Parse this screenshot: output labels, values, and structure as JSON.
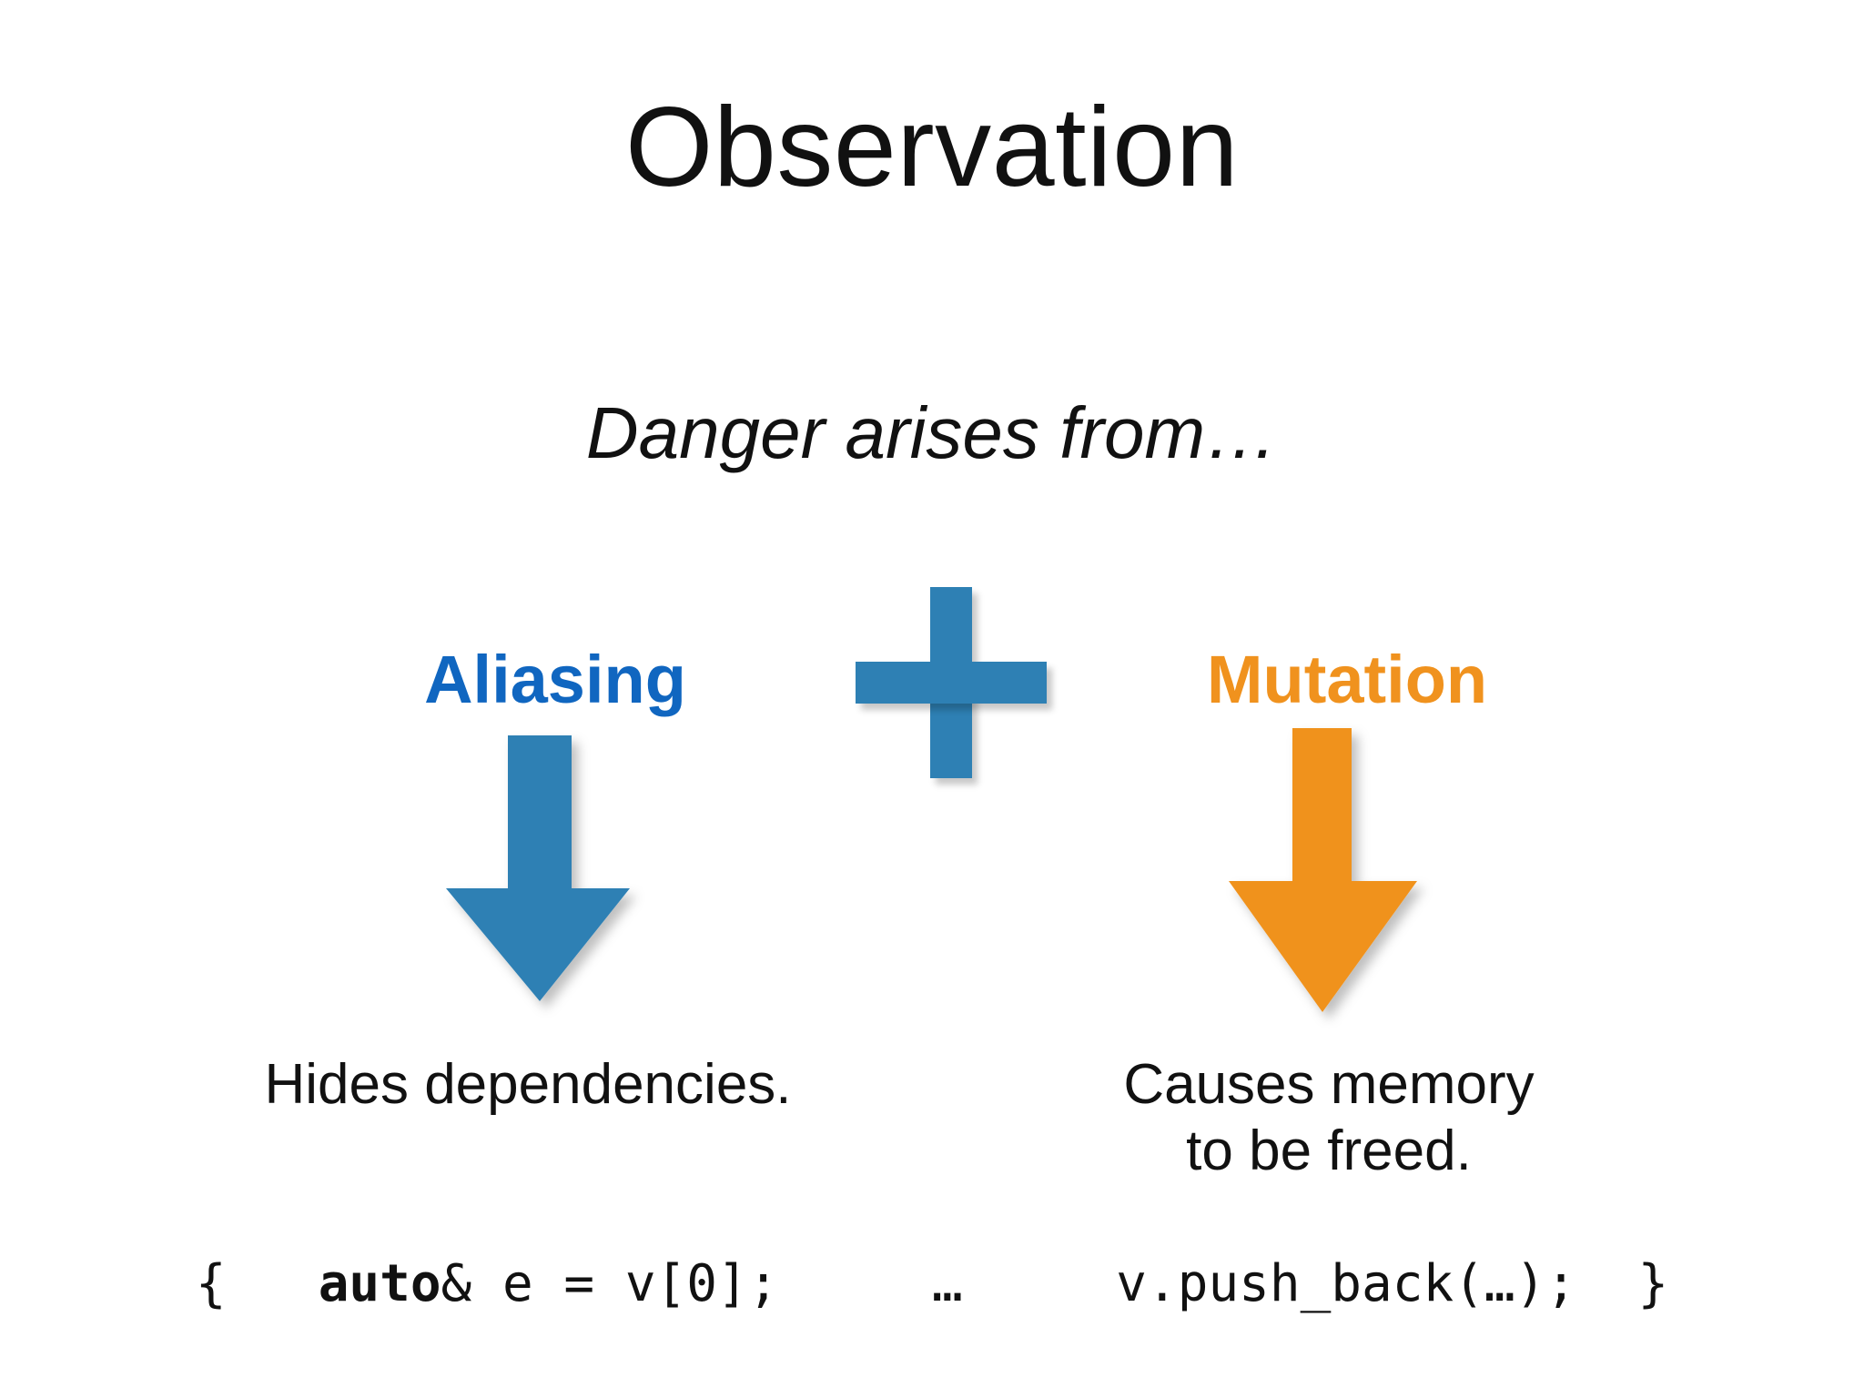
{
  "slide": {
    "title": "Observation",
    "subtitle": "Danger arises from…",
    "background_color": "#ffffff",
    "text_color": "#111111"
  },
  "concepts": {
    "left": {
      "label": "Aliasing",
      "color": "#1066c0",
      "arrow_color": "#2e80b4",
      "caption_lines": [
        "Hides dependencies."
      ]
    },
    "operator": {
      "symbol": "+",
      "icon": "plus-icon",
      "color": "#2e80b4"
    },
    "right": {
      "label": "Mutation",
      "color": "#f0921e",
      "arrow_color": "#f0921e",
      "caption_lines": [
        "Causes memory",
        "to be freed."
      ]
    }
  },
  "code": {
    "open_brace": "{",
    "gap1": "   ",
    "keyword": "auto",
    "after_keyword": "& e = v[0];",
    "gap2": "     …     ",
    "call": "v.push_back(…);",
    "gap3": "  ",
    "close_brace": "}"
  }
}
